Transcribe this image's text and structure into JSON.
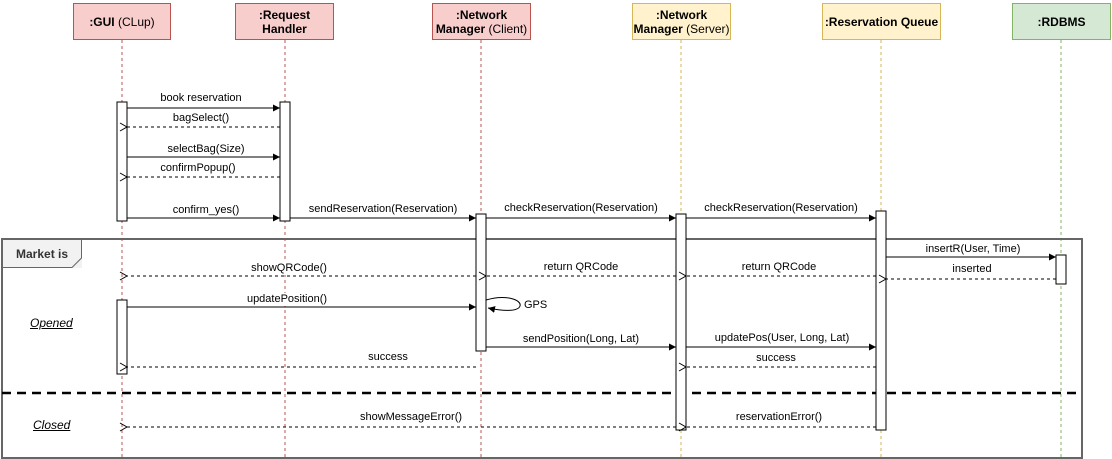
{
  "participants": [
    {
      "id": "gui",
      "bold": ":GUI",
      "rest": " (CLup)",
      "line2_bold": "",
      "line2_rest": "",
      "color": "pink"
    },
    {
      "id": "request-handler",
      "bold": ":Request",
      "rest": "",
      "line2_bold": "Handler",
      "line2_rest": "",
      "color": "pink"
    },
    {
      "id": "network-client",
      "bold": ":Network",
      "rest": "",
      "line2_bold": "Manager",
      "line2_rest": " (Client)",
      "color": "pink"
    },
    {
      "id": "network-server",
      "bold": ":Network",
      "rest": "",
      "line2_bold": "Manager",
      "line2_rest": " (Server)",
      "color": "yellow"
    },
    {
      "id": "reservation-queue",
      "bold": ":Reservation Queue",
      "rest": "",
      "line2_bold": "",
      "line2_rest": "",
      "color": "yellow"
    },
    {
      "id": "rdbms",
      "bold": ":RDBMS",
      "rest": "",
      "line2_bold": "",
      "line2_rest": "",
      "color": "green"
    }
  ],
  "messages": [
    {
      "label": "book reservation",
      "from": "gui",
      "to": "request-handler",
      "kind": "call"
    },
    {
      "label": "bagSelect()",
      "from": "request-handler",
      "to": "gui",
      "kind": "return"
    },
    {
      "label": "selectBag(Size)",
      "from": "gui",
      "to": "request-handler",
      "kind": "call"
    },
    {
      "label": "confirmPopup()",
      "from": "request-handler",
      "to": "gui",
      "kind": "return"
    },
    {
      "label": "confirm_yes()",
      "from": "gui",
      "to": "request-handler",
      "kind": "call"
    },
    {
      "label": "sendReservation(Reservation)",
      "from": "request-handler",
      "to": "network-client",
      "kind": "call"
    },
    {
      "label": "checkReservation(Reservation)",
      "from": "network-client",
      "to": "network-server",
      "kind": "call"
    },
    {
      "label": "checkReservation(Reservation)",
      "from": "network-server",
      "to": "reservation-queue",
      "kind": "call"
    },
    {
      "label": "insertR(User, Time)",
      "from": "reservation-queue",
      "to": "rdbms",
      "kind": "call"
    },
    {
      "label": "inserted",
      "from": "rdbms",
      "to": "reservation-queue",
      "kind": "return"
    },
    {
      "label": "return QRCode",
      "from": "reservation-queue",
      "to": "network-server",
      "kind": "return"
    },
    {
      "label": "return QRCode",
      "from": "network-server",
      "to": "network-client",
      "kind": "return"
    },
    {
      "label": "showQRCode()",
      "from": "network-client",
      "to": "gui",
      "kind": "return"
    },
    {
      "label": "updatePosition()",
      "from": "gui",
      "to": "network-client",
      "kind": "call"
    },
    {
      "label": "GPS",
      "from": "network-client",
      "to": "network-client",
      "kind": "self"
    },
    {
      "label": "sendPosition(Long, Lat)",
      "from": "network-client",
      "to": "network-server",
      "kind": "call"
    },
    {
      "label": "updatePos(User, Long, Lat)",
      "from": "network-server",
      "to": "reservation-queue",
      "kind": "call"
    },
    {
      "label": "success",
      "from": "reservation-queue",
      "to": "network-server",
      "kind": "return"
    },
    {
      "label": "success",
      "from": "network-client",
      "to": "gui",
      "kind": "return"
    },
    {
      "label": "reservationError()",
      "from": "reservation-queue",
      "to": "network-server",
      "kind": "return"
    },
    {
      "label": "showMessageError()",
      "from": "network-server",
      "to": "gui",
      "kind": "return"
    }
  ],
  "fragment": {
    "title": "Market is",
    "guards": [
      "Opened",
      "Closed"
    ]
  },
  "colors": {
    "pink_fill": "#f8cecc",
    "pink_border": "#b85450",
    "yellow_fill": "#fff2cc",
    "yellow_border": "#d6b656",
    "green_fill": "#d5e8d4",
    "green_border": "#82b366",
    "frame": "#666666"
  }
}
